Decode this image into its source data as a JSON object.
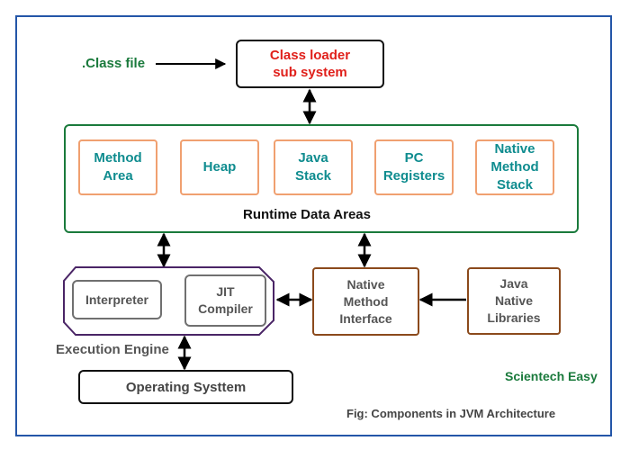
{
  "class_file": ".Class file",
  "class_loader": "Class loader\nsub system",
  "runtime": {
    "title": "Runtime Data Areas",
    "items": [
      "Method\nArea",
      "Heap",
      "Java\nStack",
      "PC\nRegisters",
      "Native\nMethod\nStack"
    ]
  },
  "execution": {
    "label": "Execution Engine",
    "interpreter": "Interpreter",
    "jit": "JIT\nCompiler"
  },
  "native_interface": "Native\nMethod\nInterface",
  "native_libraries": "Java\nNative\nLibraries",
  "operating_system": "Operating Systtem",
  "brand": "Scientech Easy",
  "caption": "Fig: Components in JVM Architecture",
  "colors": {
    "green": "#1a7a3c",
    "red": "#e0201b",
    "teal": "#0f8c8f",
    "orange": "#f0a070",
    "purple": "#4a2566",
    "brown": "#8b4a1c",
    "gray": "#707070",
    "frame": "#2456a8"
  }
}
